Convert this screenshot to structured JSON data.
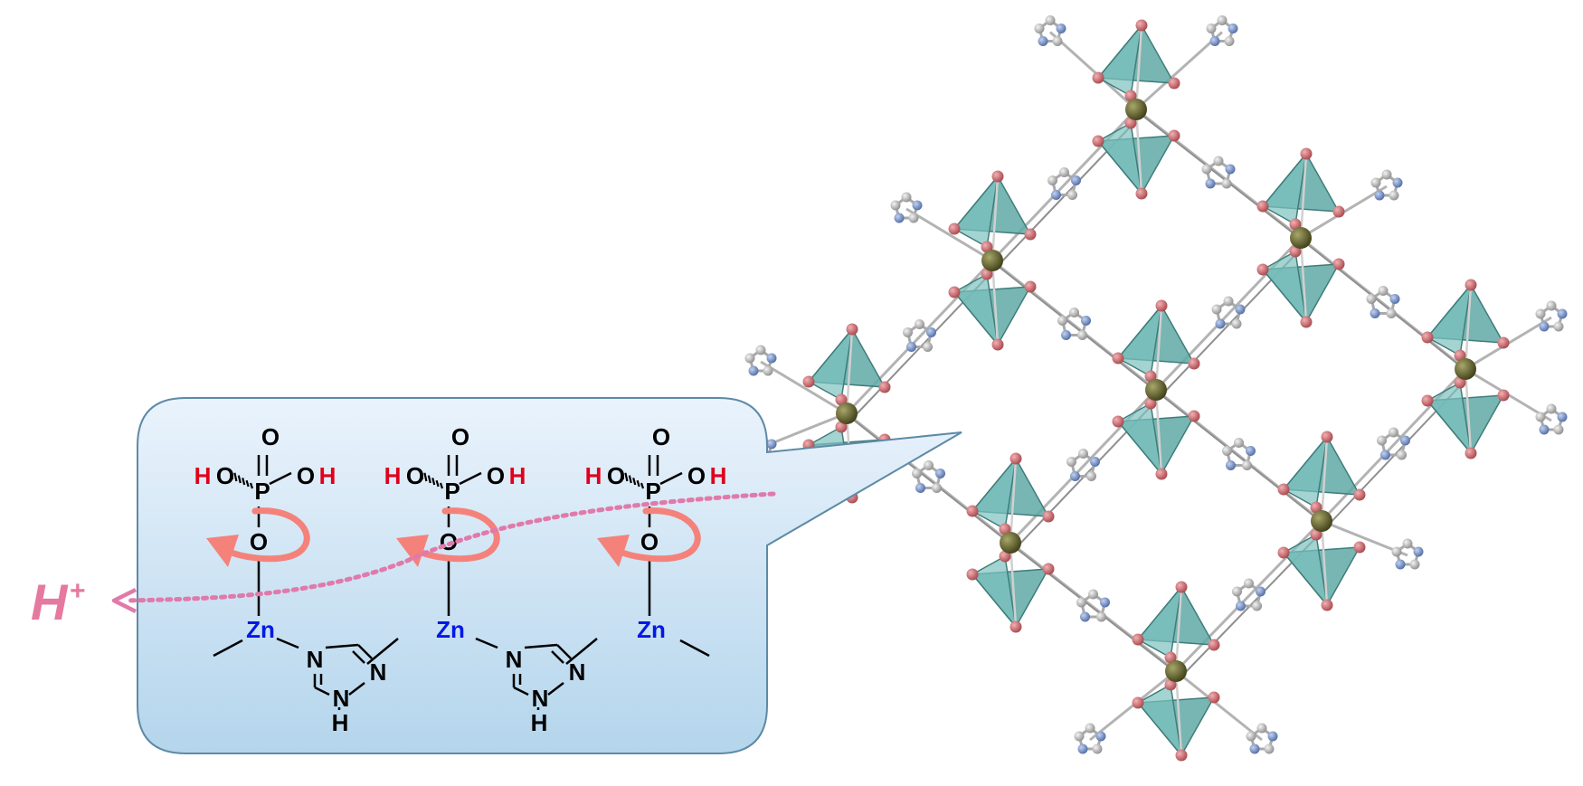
{
  "proton_label": {
    "base": "H",
    "charge": "+"
  },
  "units": [
    {
      "h_left": "H",
      "o_left": "O",
      "p": "P",
      "o_top": "O",
      "o_right": "O",
      "h_right": "H",
      "o_bridge": "O",
      "zn": "Zn"
    },
    {
      "h_left": "H",
      "o_left": "O",
      "p": "P",
      "o_top": "O",
      "o_right": "O",
      "h_right": "H",
      "o_bridge": "O",
      "zn": "Zn"
    },
    {
      "h_left": "H",
      "o_left": "O",
      "p": "P",
      "o_top": "O",
      "o_right": "O",
      "h_right": "H",
      "o_bridge": "O",
      "zn": "Zn"
    }
  ],
  "triazoles": [
    {
      "n1": "N",
      "n2": "N",
      "n4": "N",
      "h": "H"
    },
    {
      "n1": "N",
      "n2": "N",
      "n4": "N",
      "h": "H"
    }
  ],
  "colors": {
    "callout_fill_top": "#e8f2fb",
    "callout_fill_bottom": "#b9d8ee",
    "callout_stroke": "#5e8aa6",
    "hydrogen_red": "#e0001b",
    "zinc_blue": "#0018e6",
    "rotation_arrow": "#f4827b",
    "proton_path": "#e07aaa",
    "tetrahedron": "#5fa9a6",
    "zinc_atom": "#5b5a2a",
    "oxygen_atom": "#c86a6e",
    "nitrogen_atom": "#6f8cc4",
    "carbon_atom": "#b8b8b8"
  }
}
